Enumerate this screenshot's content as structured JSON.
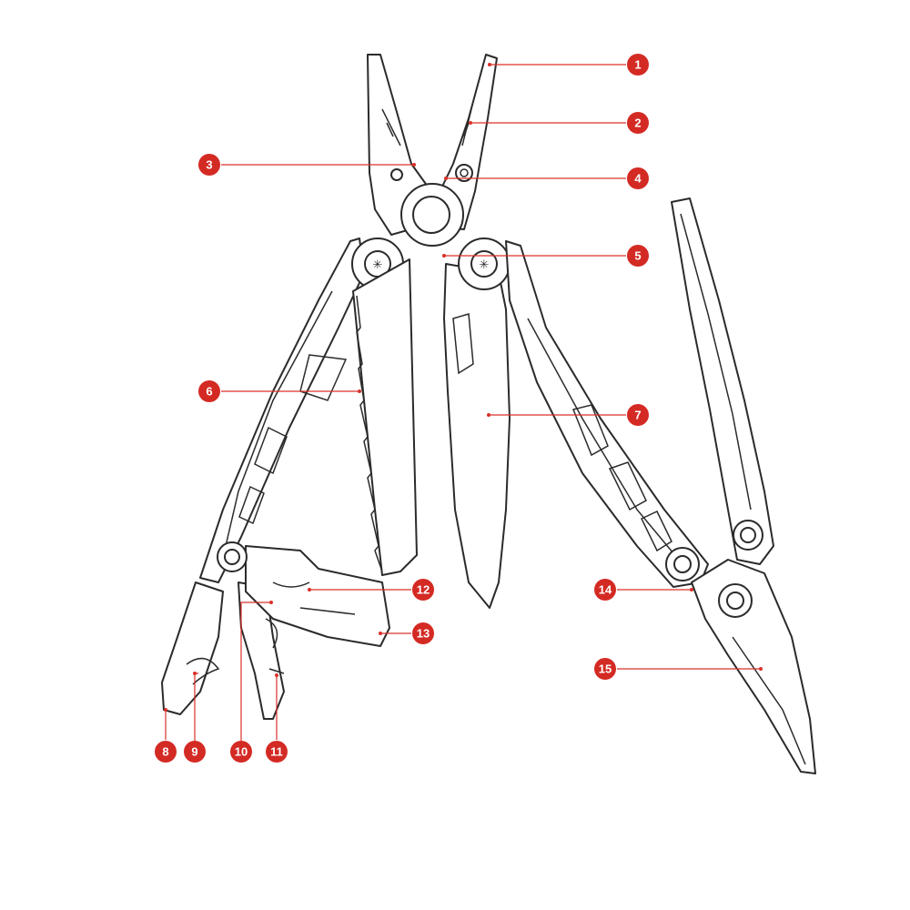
{
  "colors": {
    "callout": "#d42a24",
    "outline": "#2b2b2b",
    "background": "#ffffff"
  },
  "callouts": [
    {
      "label": "1"
    },
    {
      "label": "2"
    },
    {
      "label": "3"
    },
    {
      "label": "4"
    },
    {
      "label": "5"
    },
    {
      "label": "6"
    },
    {
      "label": "7"
    },
    {
      "label": "8"
    },
    {
      "label": "9"
    },
    {
      "label": "10"
    },
    {
      "label": "11"
    },
    {
      "label": "12"
    },
    {
      "label": "13"
    },
    {
      "label": "14"
    },
    {
      "label": "15"
    }
  ]
}
